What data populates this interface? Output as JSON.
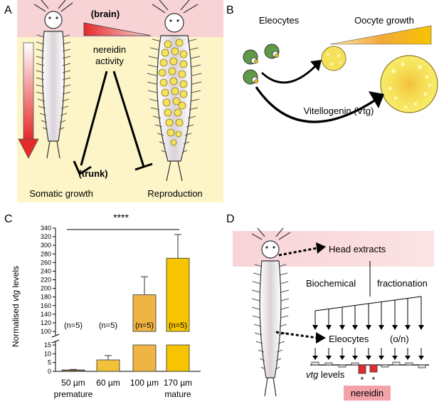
{
  "colors": {
    "pink": "#f8d3d6",
    "cream": "#fdf4c7",
    "red": "#e52a2a",
    "yellow": "#f6c400",
    "green": "#6aa84f",
    "bar_gold": "#f2c23a",
    "bar_amber": "#f0b42a",
    "tan": "#b08a5a"
  },
  "panelA": {
    "label": "A",
    "brain": "(brain)",
    "nereidin_line1": "nereidin",
    "nereidin_line2": "activity",
    "trunk": "(trunk)",
    "somatic": "Somatic growth",
    "reproduction": "Reproduction"
  },
  "panelB": {
    "label": "B",
    "eleocytes": "Eleocytes",
    "oocyte_growth": "Oocyte growth",
    "vtg": "Vitellogenin (Vtg)"
  },
  "panelC": {
    "label": "C",
    "significance": "****",
    "ylabel_prefix": "Normalised ",
    "ylabel_italic": "vtg",
    "ylabel_suffix": " levels",
    "ticks_upper": [
      "340",
      "320",
      "300",
      "280",
      "260",
      "240",
      "220",
      "200",
      "180",
      "160",
      "140",
      "120",
      "100"
    ],
    "ticks_lower": [
      "15",
      "10",
      "5",
      "0"
    ],
    "group_premature": "premature",
    "group_mature": "mature"
  },
  "panelD": {
    "label": "D",
    "head_extracts": "Head extracts",
    "biochemical": "Biochemical",
    "fractionation": "fractionation",
    "eleocytes": "Eleocytes",
    "on": "(o/n)",
    "vtg_italic": "vtg",
    "levels": " levels",
    "star": "*",
    "nereidin": "nereidin"
  },
  "chart_data": {
    "type": "bar",
    "categories": [
      "50 µm",
      "60 µm",
      "100 µm",
      "170 µm"
    ],
    "values": [
      0.8,
      6.5,
      185,
      270
    ],
    "errors": [
      0.3,
      2.5,
      42,
      55
    ],
    "n_labels": [
      "(n=5)",
      "(n=5)",
      "(n=5)",
      "(n=5)"
    ],
    "ylabel": "Normalised vtg levels",
    "ylim_lower": [
      0,
      15
    ],
    "ylim_upper": [
      100,
      340
    ],
    "axis_break": true
  }
}
